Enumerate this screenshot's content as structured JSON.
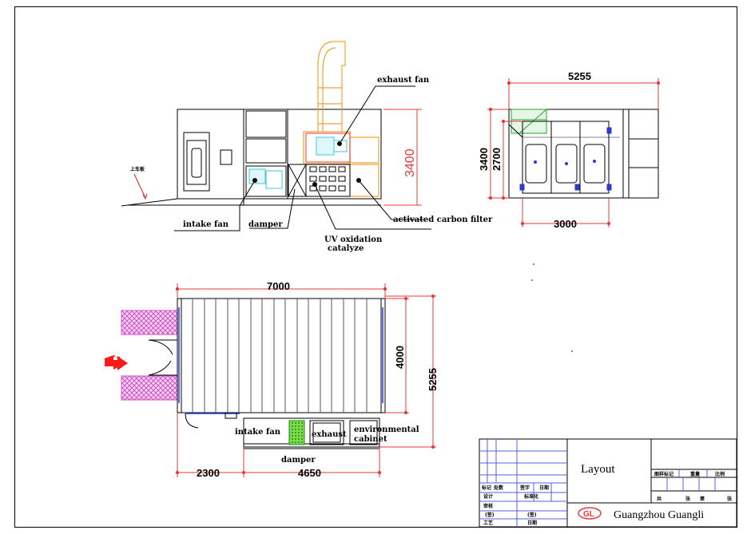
{
  "labels": {
    "exhaust_fan": "exhaust fan",
    "intake_fan_top": "intake fan",
    "damper_top": "damper",
    "uv_line1": "UV oxidation",
    "uv_line2": "catalyze",
    "activated_carbon": "activated carbon filter",
    "chinese_side_label": "上车板",
    "intake_fan_bottom": "intake fan",
    "exhaust_bottom": "exhaust",
    "environmental_line1": "environmental",
    "environmental_line2": "cabinet",
    "damper_bottom": "damper"
  },
  "dimensions": {
    "side_height": "3400",
    "front_width": "5255",
    "front_h1": "3400",
    "front_h2": "2700",
    "front_inner": "3000",
    "plan_length": "7000",
    "plan_inner_w": "4000",
    "plan_total_w": "5255",
    "plan_left": "2300",
    "plan_right": "4650"
  },
  "title_block": {
    "title": "Layout",
    "company": "Guangzhou Guangli",
    "logo_text": "GL",
    "header_cells": [
      "图样标记",
      "重量",
      "比例"
    ],
    "sheet_cells": [
      "共",
      "张",
      "第",
      "张"
    ],
    "left_cells": [
      "标记",
      "处数",
      "签字",
      "日期",
      "设计",
      "标准化",
      "审核",
      "(签)",
      "工艺",
      "(签)",
      "日期"
    ]
  },
  "colors": {
    "line": "#000000",
    "dim_red": "#e53939",
    "duct_orange": "#f0a030",
    "fan_cyan": "#3ec9d8",
    "filter_green": "#2ca02c",
    "hatch_magenta": "#d050c8",
    "arrow_red": "#ff1a1a",
    "blue_line": "#2a3ad0",
    "title_grid_blue": "#5060e0"
  }
}
